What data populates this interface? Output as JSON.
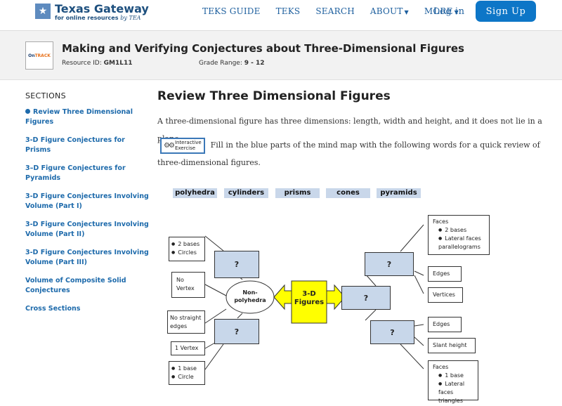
{
  "nav": {
    "logo_title": "Texas Gateway",
    "logo_sub_a": "for online resources",
    "logo_sub_b": "by TEA",
    "links": [
      "TEKS GUIDE",
      "TEKS",
      "SEARCH",
      "ABOUT",
      "MORE"
    ],
    "login": "Log in",
    "signup": "Sign Up"
  },
  "header": {
    "badge_brand_a": "On",
    "badge_brand_b": "TRACK",
    "title": "Making and Verifying Conjectures about Three-Dimensional Figures",
    "resource_label": "Resource ID:",
    "resource_id": "GM1L11",
    "grade_label": "Grade Range:",
    "grade_range": "9 - 12"
  },
  "sidebar": {
    "heading": "SECTIONS",
    "items": [
      "Review Three Dimensional Figures",
      "3-D Figure Conjectures for Prisms",
      "3–D Figure Conjectures for Pyramids",
      "3-D Figure Conjectures Involving Volume (Part I)",
      "3-D Figure Conjectures Involving Volume (Part II)",
      "3-D Figure Conjectures Involving Volume (Part III)",
      "Volume of Composite Solid Conjectures",
      "Cross Sections"
    ]
  },
  "main": {
    "title": "Review Three Dimensional Figures",
    "para1": "A three-dimensional figure has three dimensions: length, width and height, and it does not lie in a plane.",
    "ie_line1": "Interactive",
    "ie_line2": "Exercise",
    "para2a": "Fill in the blue parts of the mind map with the following words for a quick review of",
    "para2b": "three-dimensional figures.",
    "tags": [
      "polyhedra",
      "cylinders",
      "prisms",
      "cones",
      "pyramids"
    ]
  },
  "mindmap": {
    "center": "3-D Figures",
    "left_oval": "Non-polyhedra",
    "q": "?",
    "left_boxes": {
      "top_items": [
        "2 bases",
        "Circles"
      ],
      "no_vertex": "No Vertex",
      "no_straight": "No straight edges",
      "one_vertex": "1 Vertex",
      "bottom_items": [
        "1 base",
        "Circle"
      ]
    },
    "right_boxes": {
      "faces_top_head": "Faces",
      "faces_top_items": [
        "2 bases",
        "Lateral faces parallelograms"
      ],
      "edges_top": "Edges",
      "vertices": "Vertices",
      "edges_bottom": "Edges",
      "slant_height": "Slant height",
      "faces_bottom_head": "Faces",
      "faces_bottom_items": [
        "1 base",
        "Lateral faces triangles"
      ]
    },
    "colors": {
      "center": "#ffff00",
      "qbox": "#c8d7ea"
    }
  }
}
